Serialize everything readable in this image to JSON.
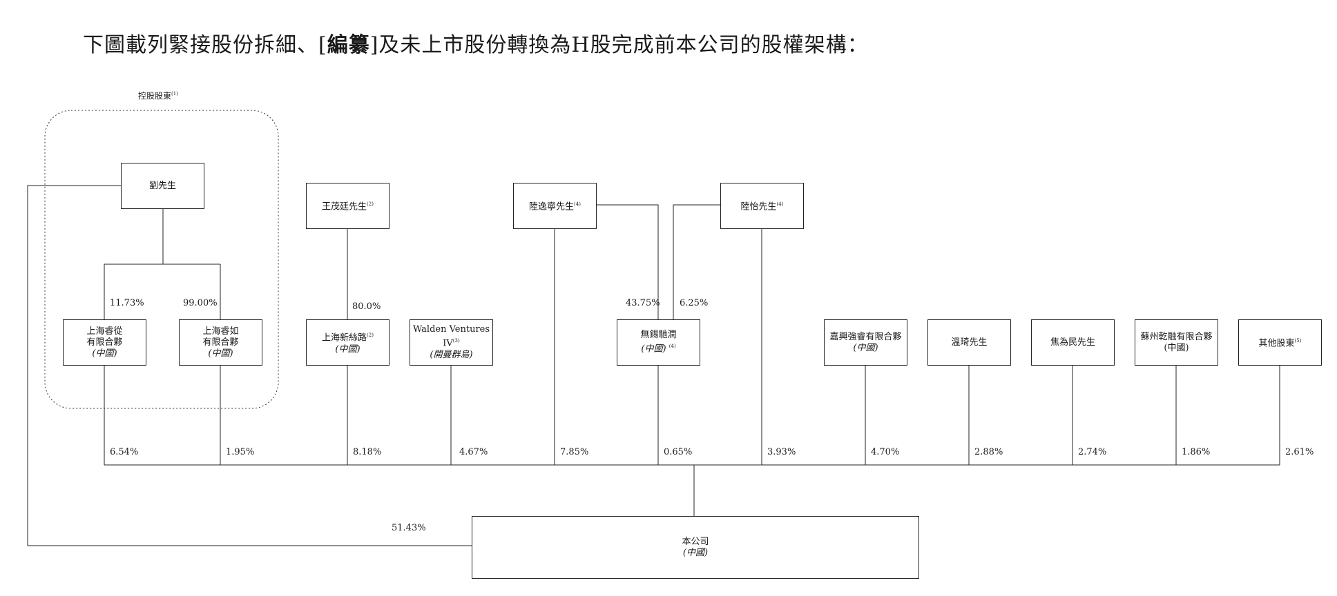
{
  "heading": {
    "pre": "下圖載列緊接股份拆細、[",
    "bold": "編纂",
    "post": "]及未上市股份轉換為H股完成前本公司的股權架構："
  },
  "group_label": {
    "text": "控股股東",
    "note": "(1)"
  },
  "entities": {
    "liu": {
      "name": "劉先生"
    },
    "wang": {
      "name": "王茂廷先生",
      "note": "(2)"
    },
    "lu_yining": {
      "name": "陸逸寧先生",
      "note": "(4)"
    },
    "lu_yi": {
      "name": "陸怡先生",
      "note": "(4)"
    },
    "ruicong": {
      "line1": "上海睿從",
      "line2": "有限合夥",
      "jur": "(中國)"
    },
    "ruiru": {
      "line1": "上海睿如",
      "line2": "有限合夥",
      "jur": "(中國)"
    },
    "xinjinglu": {
      "name": "上海新絲路",
      "note": "(2)",
      "jur": "(中國)"
    },
    "walden": {
      "name": "Walden Ventures IV",
      "note": "(3)",
      "jur": "(開曼群島)"
    },
    "wuxi": {
      "name": "無錫馳潤",
      "jur": "(中國)",
      "note": "(4)"
    },
    "jiaxing": {
      "name": "嘉興強睿有限合夥",
      "jur": "(中國)"
    },
    "wenqi": {
      "name": "溫琦先生"
    },
    "jiao": {
      "name": "焦為民先生"
    },
    "suzhou": {
      "name": "蘇州乾融有限合夥",
      "jur": "(中國)"
    },
    "others": {
      "name": "其他股東",
      "note": "(5)"
    },
    "company": {
      "name": "本公司",
      "jur": "(中國)"
    }
  },
  "percentages": {
    "liu_ruicong": "11.73%",
    "liu_ruiru": "99.00%",
    "wang_xinjinglu": "80.0%",
    "luyining_wuxi": "43.75%",
    "luyi_wuxi": "6.25%",
    "ruicong_co": "6.54%",
    "ruiru_co": "1.95%",
    "xinjinglu_co": "8.18%",
    "walden_co": "4.67%",
    "luyining_co": "7.85%",
    "wuxi_co": "0.65%",
    "luyi_co": "3.93%",
    "jiaxing_co": "4.70%",
    "wenqi_co": "2.88%",
    "jiao_co": "2.74%",
    "suzhou_co": "1.86%",
    "others_co": "2.61%",
    "liu_co": "51.43%"
  }
}
